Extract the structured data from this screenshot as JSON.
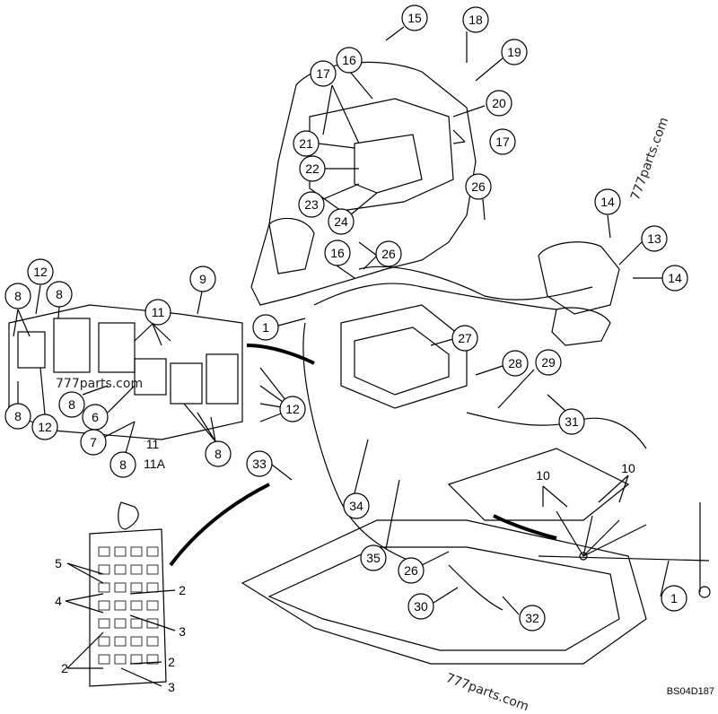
{
  "watermarks": {
    "top_right": "777parts.com",
    "left_mid": "777parts.com",
    "bottom": "777parts.com"
  },
  "figure_code": "BS04D187",
  "callouts": [
    "1",
    "1",
    "2",
    "2",
    "2",
    "3",
    "3",
    "4",
    "5",
    "6",
    "7",
    "8",
    "8",
    "8",
    "8",
    "8",
    "8",
    "9",
    "10",
    "10",
    "11",
    "11A",
    "11",
    "12",
    "12",
    "12",
    "12",
    "13",
    "14",
    "14",
    "15",
    "16",
    "16",
    "17",
    "17",
    "18",
    "19",
    "20",
    "21",
    "22",
    "23",
    "24",
    "26",
    "26",
    "26",
    "27",
    "28",
    "29",
    "30",
    "31",
    "32",
    "33",
    "34",
    "35",
    "2"
  ]
}
